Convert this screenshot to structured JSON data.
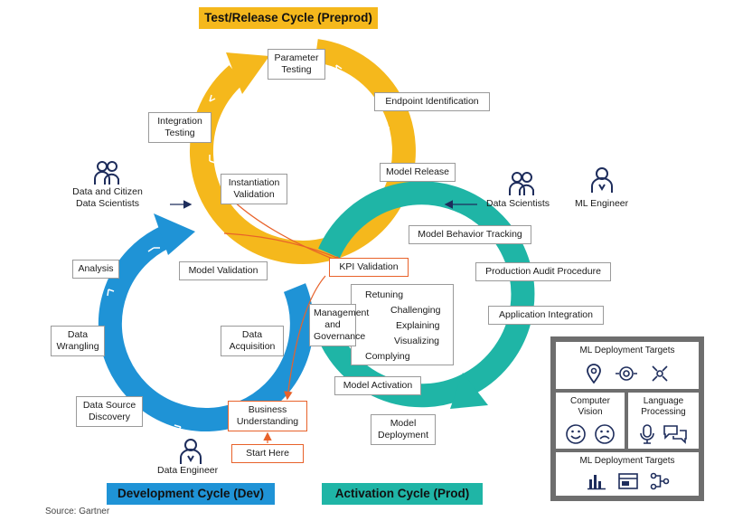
{
  "banners": {
    "test": "Test/Release Cycle (Preprod)",
    "dev": "Development Cycle (Dev)",
    "prod": "Activation Cycle (Prod)"
  },
  "roles": {
    "citizen": [
      "Data and Citizen",
      "Data Scientists"
    ],
    "scientists": "Data Scientists",
    "ml_engineer": "ML Engineer",
    "data_engineer": "Data Engineer"
  },
  "test_cycle": {
    "parameter_testing": [
      "Parameter",
      "Testing"
    ],
    "endpoint_identification": "Endpoint Identification",
    "integration_testing": [
      "Integration",
      "Testing"
    ],
    "instantiation_validation": [
      "Instantiation",
      "Validation"
    ],
    "model_release": "Model Release"
  },
  "dev_cycle": {
    "analysis": "Analysis",
    "model_validation": "Model Validation",
    "data_wrangling": [
      "Data",
      "Wrangling"
    ],
    "data_acquisition": [
      "Data",
      "Acquisition"
    ],
    "data_source_discovery": [
      "Data Source",
      "Discovery"
    ],
    "business_understanding": [
      "Business",
      "Understanding"
    ],
    "start_here": "Start Here"
  },
  "prod_cycle": {
    "model_behavior_tracking": "Model Behavior Tracking",
    "kpi_validation": "KPI Validation",
    "production_audit": "Production Audit Procedure",
    "application_integration": "Application Integration",
    "management": [
      "Management",
      "and",
      "Governance"
    ],
    "tasks": [
      "Retuning",
      "Challenging",
      "Explaining",
      "Visualizing",
      "Complying"
    ],
    "model_activation": "Model Activation",
    "model_deployment": [
      "Model",
      "Deployment"
    ]
  },
  "targets": {
    "header_top": "ML Deployment Targets",
    "computer_vision": [
      "Computer",
      "Vision"
    ],
    "language_processing": [
      "Language",
      "Processing"
    ],
    "header_bottom": "ML Deployment Targets"
  },
  "icons": [
    "person-icon",
    "location-pin-icon",
    "radar-icon",
    "network-icon",
    "happy-face-icon",
    "sad-face-icon",
    "microphone-icon",
    "chat-bubbles-icon",
    "bar-chart-icon",
    "dashboard-icon",
    "flow-icon"
  ],
  "colors": {
    "yellow": "#f5b81c",
    "blue": "#1f93d6",
    "teal": "#1fb5a6",
    "orange": "#e8622a",
    "navy": "#1e2d5c",
    "panel": "#6e6e6e"
  },
  "source": "Source: Gartner"
}
